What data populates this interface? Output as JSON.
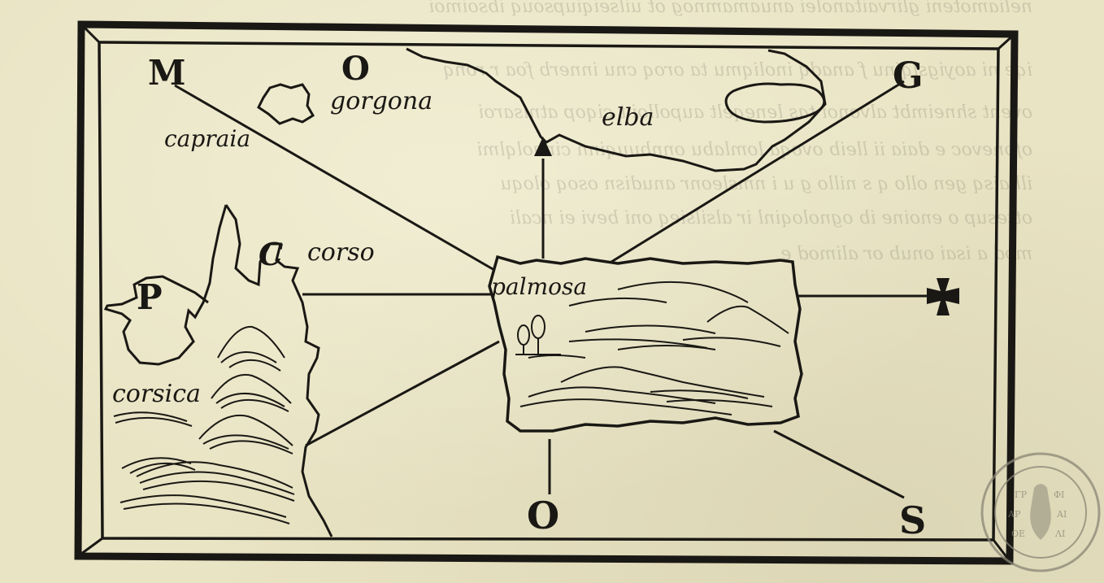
{
  "map": {
    "labels": {
      "gorgona": "gorgona",
      "capraia": "capraia",
      "elba": "elba",
      "corso": "corso",
      "palmosa": "palmosa",
      "corsica": "corsica"
    },
    "wind_marks": {
      "northwest": "M",
      "north_circle": "O",
      "northeast": "G",
      "west": "P",
      "south": "O",
      "southeast": "S"
    }
  },
  "colors": {
    "paper": "#e9e4c4",
    "ink": "#1a1814",
    "seal": "#8a8676"
  }
}
